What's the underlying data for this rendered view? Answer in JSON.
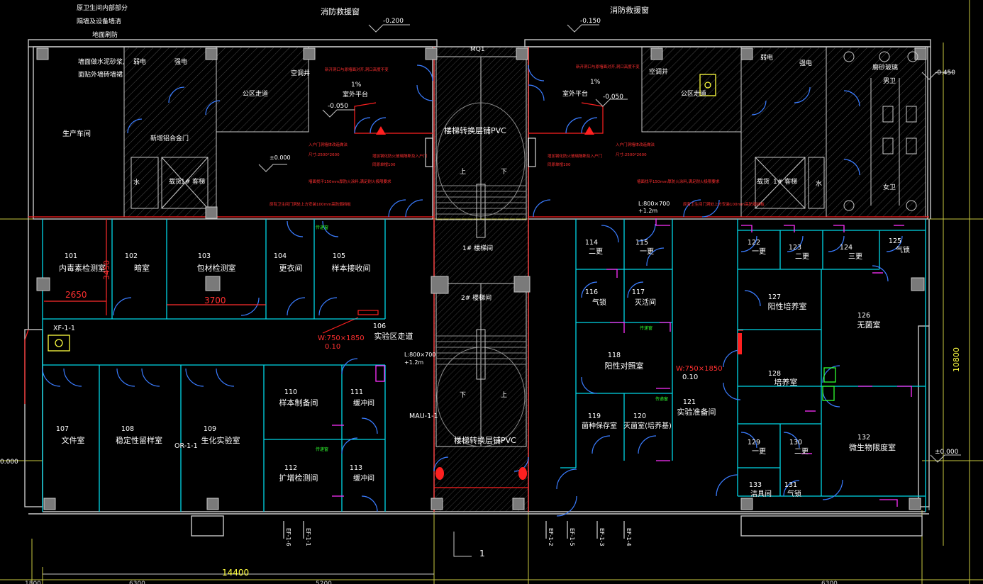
{
  "colors": {
    "background": "#000000",
    "wall": "#c8c8c8",
    "partition": "#00d8e8",
    "door": "#3a7cff",
    "red_line": "#ff2020",
    "magenta": "#ff30ff",
    "yellow": "#ffff40",
    "green": "#30ff30",
    "text": "#ffffff",
    "pillar": "#7a7a7a"
  },
  "title_notes": {
    "top_left_1": "原卫生间内部部分",
    "top_left_2": "隔墙及设备墙清",
    "top_left_3": "地面刷防",
    "note_4": "墙面做水泥砂浆,",
    "note_5": "面贴外墙砖墙裙",
    "window_left": "消防救援窗",
    "window_right": "消防救援窗",
    "mq1": "MQ1",
    "elev_left_top": "-0.200",
    "elev_right_top": "-0.150",
    "elev_left_platform": "-0.050",
    "elev_right_platform": "-0.050",
    "elev_far_right": "-0.450",
    "elev_floor": "±0.000",
    "elev_right_side": "±0.000",
    "elev_left_side": "0.000",
    "elev_entrance": "±0.000"
  },
  "upper_area": {
    "production": "生产车间",
    "weak_left": "弱电",
    "strong_left": "强电",
    "public_corridor_left": "公区走道",
    "aluminium_door": "新增铝合金门",
    "ac_shaft_left": "空调井",
    "ac_shaft_right": "空调井",
    "slope_left": "1%",
    "slope_right": "1%",
    "outdoor_platform_left": "室外平台",
    "outdoor_platform_right": "室外平台",
    "public_corridor_right": "公区走道",
    "weak_right": "弱电",
    "strong_right": "强电",
    "toilet_glass": "磨砂玻璃",
    "men": "男卫",
    "women": "女卫",
    "elevator_left": "1# 客梯",
    "elevator_right": "1# 客梯",
    "goods_left": "载货",
    "goods_right": "载货",
    "water_left": "水",
    "water_right": "水",
    "stair_floor_note_top": "楼梯转换层铺PVC",
    "stair_floor_note_bottom": "楼梯转换层铺PVC",
    "stair1": "1# 楼梯间",
    "stair2": "2# 楼梯间",
    "up1": "上",
    "down1": "下",
    "up2": "上",
    "down2": "下"
  },
  "red_notes": {
    "left_1": "新开洞口与原墙面对齐,洞口高度不变",
    "left_2": "入户门洞墙体改造做法",
    "left_3": "尺寸:2500*2600",
    "left_4": "增加钢化防火玻璃隔断及入户门",
    "left_5": "同原单樘100",
    "left_6": "墙面找平150mm厚防火涂料,满足耐火极限要求",
    "left_7": "原有卫生间门洞处上方安装100mm高防烟挡板",
    "right_1": "新开洞口与原墙面对齐,洞口高度不变",
    "right_2": "入户门洞墙体改造做法",
    "right_3": "尺寸:2500*2600",
    "right_4": "增加钢化防火玻璃隔断及入户门",
    "right_5": "同原单樘100",
    "right_6": "墙面找平150mm厚防火涂料,满足耐火极限要求",
    "right_7": "原有卫生间门洞处上方安装100mm高防烟挡板"
  },
  "rooms": [
    {
      "num": "101",
      "name": "内毒素检测室"
    },
    {
      "num": "102",
      "name": "暗室"
    },
    {
      "num": "103",
      "name": "包材检测室"
    },
    {
      "num": "104",
      "name": "更衣间"
    },
    {
      "num": "105",
      "name": "样本接收间"
    },
    {
      "num": "106",
      "name": "实验区走道"
    },
    {
      "num": "107",
      "name": "文件室"
    },
    {
      "num": "108",
      "name": "稳定性留样室"
    },
    {
      "num": "109",
      "name": "生化实验室"
    },
    {
      "num": "110",
      "name": "样本制备间"
    },
    {
      "num": "111",
      "name": "缓冲间"
    },
    {
      "num": "112",
      "name": "扩增检测间"
    },
    {
      "num": "113",
      "name": "缓冲间"
    },
    {
      "num": "114",
      "name": "二更"
    },
    {
      "num": "115",
      "name": "一更"
    },
    {
      "num": "116",
      "name": "气锁"
    },
    {
      "num": "117",
      "name": "灭活间"
    },
    {
      "num": "118",
      "name": "阳性对照室"
    },
    {
      "num": "119",
      "name": "菌种保存室"
    },
    {
      "num": "120",
      "name": "灭菌室(培养基)"
    },
    {
      "num": "121",
      "name": "实验准备间"
    },
    {
      "num": "122",
      "name": "一更"
    },
    {
      "num": "123",
      "name": "二更"
    },
    {
      "num": "124",
      "name": "三更"
    },
    {
      "num": "125",
      "name": "气锁"
    },
    {
      "num": "126",
      "name": "无菌室"
    },
    {
      "num": "127",
      "name": "阳性培养室"
    },
    {
      "num": "128",
      "name": "培养室"
    },
    {
      "num": "129",
      "name": "一更"
    },
    {
      "num": "130",
      "name": "二更"
    },
    {
      "num": "131",
      "name": "气锁"
    },
    {
      "num": "132",
      "name": "微生物限度室"
    },
    {
      "num": "133",
      "name": "洁具间"
    }
  ],
  "tags": {
    "xf": "XF-1-1",
    "or": "OR-1-1",
    "mau": "MAU-1-1",
    "window_left": "W:750×1850",
    "window_left_sill": "0.10",
    "window_right": "W:750×1850",
    "window_right_sill": "0.10",
    "louver_left": "L:800×700",
    "louver_left_h": "+1.2m",
    "louver_right": "L:800×700",
    "louver_right_h": "+1.2m",
    "green_tag": "传递窗",
    "ef1": "EF-1-1",
    "ef2": "EF-1-2",
    "ef3": "EF-1-3",
    "ef4": "EF-1-4",
    "ef5": "EF-1-5",
    "ef6": "EF-1-6"
  },
  "dimensions": {
    "d2650": "2650",
    "d3700": "3700",
    "d3450": "3450",
    "d10800": "10800",
    "d14400": "14400",
    "d1800": "1800",
    "d5200": "5200",
    "d6300": "6300",
    "d_one": "1"
  }
}
